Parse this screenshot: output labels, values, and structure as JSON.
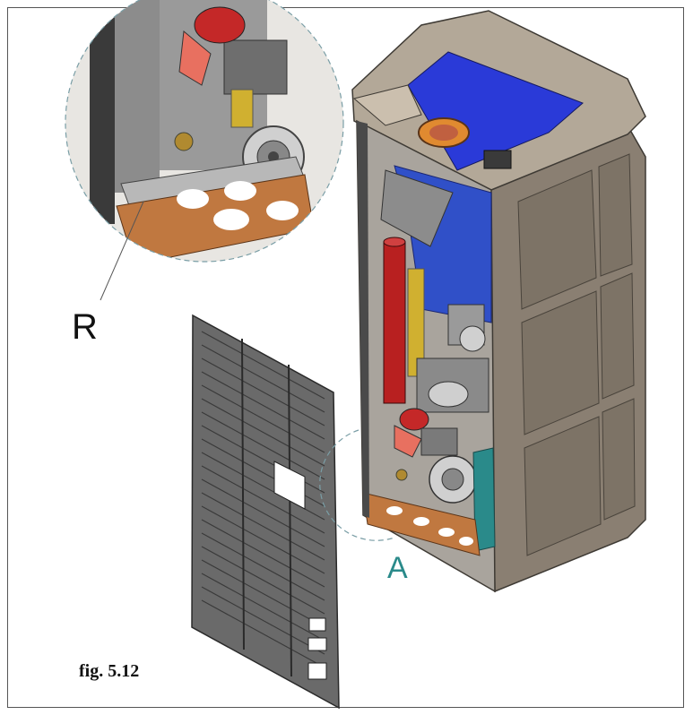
{
  "labels": {
    "detail_callout": "R",
    "area_callout": "A"
  },
  "caption": "fig. 5.12",
  "colors": {
    "outline": "#555555",
    "callout_teal": "#2a8a8a",
    "stove_body": "#8a7f72",
    "stove_top": "#b3a898",
    "hopper_blue": "#2a3ad8",
    "copper_plate": "#c07840",
    "red_cylinder": "#b82020",
    "panel_grey": "#6a6a6a"
  }
}
